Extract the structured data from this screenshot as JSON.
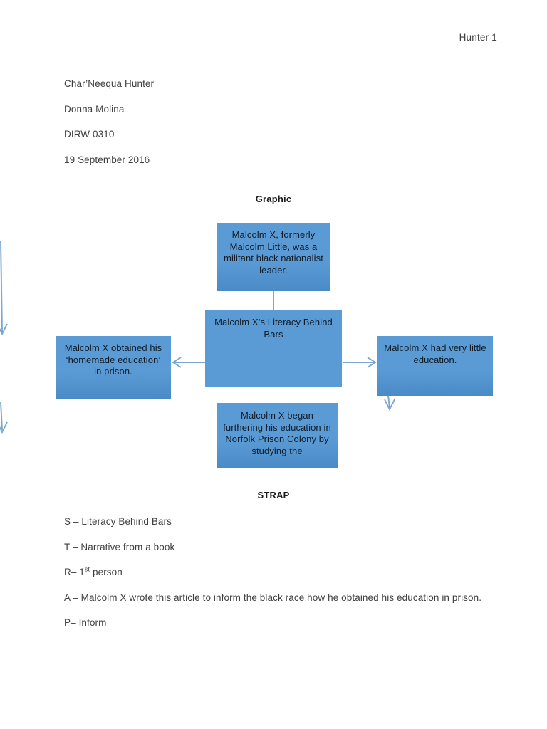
{
  "document": {
    "page_number_label": "Hunter 1",
    "heading": [
      "Char’Neequa Hunter",
      "Donna Molina",
      "DIRW 0310",
      "19 September 2016"
    ]
  },
  "graphic": {
    "title": "Graphic",
    "nodes": {
      "top": "Malcolm X, formerly Malcolm Little, was a militant black nationalist leader.",
      "center": "Malcolm X’s Literacy Behind Bars",
      "left": "Malcolm X obtained his ‘homemade education’ in prison.",
      "right": "Malcolm X had very little education.",
      "bottom": "Malcolm X began furthering his education in Norfolk Prison Colony by studying the"
    },
    "fill_color": "#5B9BD5",
    "connector_color": "#79A6D2"
  },
  "strap": {
    "title": "STRAP",
    "items": [
      {
        "prefix": "S – ",
        "text": "Literacy Behind Bars"
      },
      {
        "prefix": "T – ",
        "text": "Narrative from a book"
      },
      {
        "prefix": "R– 1",
        "superscript": "st",
        "text": " person"
      },
      {
        "prefix": "A – ",
        "text": "Malcolm X wrote this article to inform the black race how he obtained his education in prison."
      },
      {
        "prefix": "P– ",
        "text": "Inform"
      }
    ]
  }
}
